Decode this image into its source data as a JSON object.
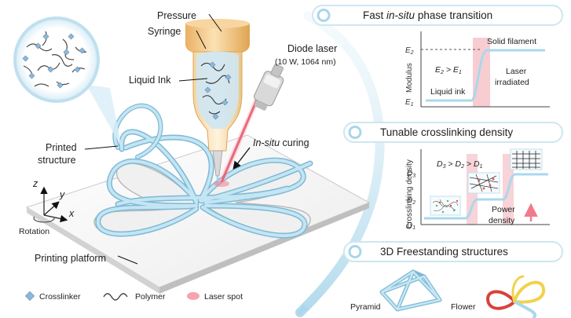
{
  "left": {
    "pressure": "Pressure",
    "syringe": "Syringe",
    "liquid_ink": "Liquid Ink",
    "diode_laser": "Diode laser",
    "laser_spec": "(10 W, 1064 nm)",
    "in_situ": "In-situ",
    "curing": "curing",
    "printed": "Printed",
    "structure": "structure",
    "printing_platform": "Printing platform",
    "rotation": "Rotation",
    "axis_z": "z",
    "axis_y": "y",
    "axis_x": "x"
  },
  "legend": {
    "crosslinker": "Crosslinker",
    "polymer": "Polymer",
    "laser_spot": "Laser spot"
  },
  "panel1": {
    "title_a": "Fast",
    "title_b": "in-situ",
    "title_c": "phase transition",
    "ylabel": "Modulus",
    "e2": "E",
    "e2_sub": "2",
    "e1": "E",
    "e1_sub": "1",
    "relation_a": "E",
    "relation_a_sub": "2",
    "relation_mid": " > E",
    "relation_b_sub": "1",
    "liquid_ink": "Liquid ink",
    "solid": "Solid filament",
    "laser": "Laser",
    "irradiated": "irradiated"
  },
  "panel2": {
    "title": "Tunable crosslinking density",
    "ylabel": "Crosslinking density",
    "d": "D",
    "d3_sub": "3",
    "d2_sub": "2",
    "d1_sub": "1",
    "relation_gt": " > ",
    "power": "Power",
    "density": "density"
  },
  "panel3": {
    "title": "3D Freestanding structures",
    "pyramid": "Pyramid",
    "flower": "Flower"
  },
  "colors": {
    "filament": "#a9d8ec",
    "filament_edge": "#78b8d4",
    "laser": "#e4405a",
    "pill_border": "#cfe6f0",
    "band": "#f6c8cd",
    "syringe_top": "#f2c27c",
    "flower_red": "#d9413d",
    "flower_yellow": "#f1d24a"
  }
}
